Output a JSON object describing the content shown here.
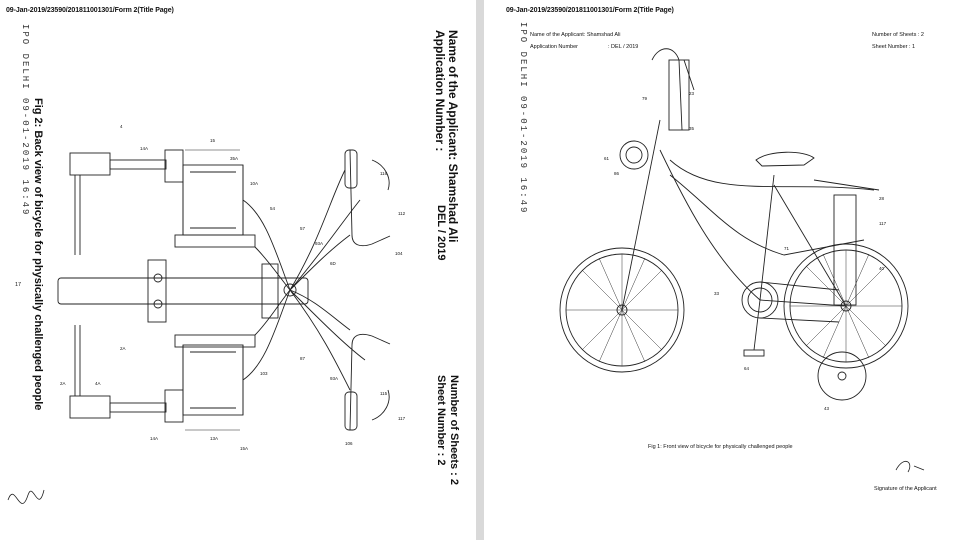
{
  "left_page": {
    "header": "09-Jan-2019/23590/201811001301/Form 2(Title Page)",
    "side_watermark": "IPO DELHI 09-01-2019 16:49",
    "applicant_line": "Name of the Applicant: Shamshad Ali",
    "application_line": "Application Number :",
    "application_value": "DEL / 2019",
    "sheets_line": "Number of Sheets : 2",
    "sheet_number_line": "Sheet Number      : 2",
    "figure_caption": "Fig 2: Back view of bicycle for physically challenged people",
    "page_marker": "17"
  },
  "right_page": {
    "header": "09-Jan-2019/23590/201811001301/Form 2(Title Page)",
    "side_watermark": "IPO DELHI 09-01-2019 16:49",
    "applicant_line": "Name of the Applicant: Shamshad Ali",
    "application_label": "Application Number",
    "application_value": ":       DEL / 2019",
    "sheets_line": "Number of Sheets : 2",
    "sheet_number_line": "Sheet Number      : 1",
    "figure_caption": "Fig 1: Front view of bicycle for physically challenged people",
    "signature_label": "Signature of the Applicant"
  }
}
